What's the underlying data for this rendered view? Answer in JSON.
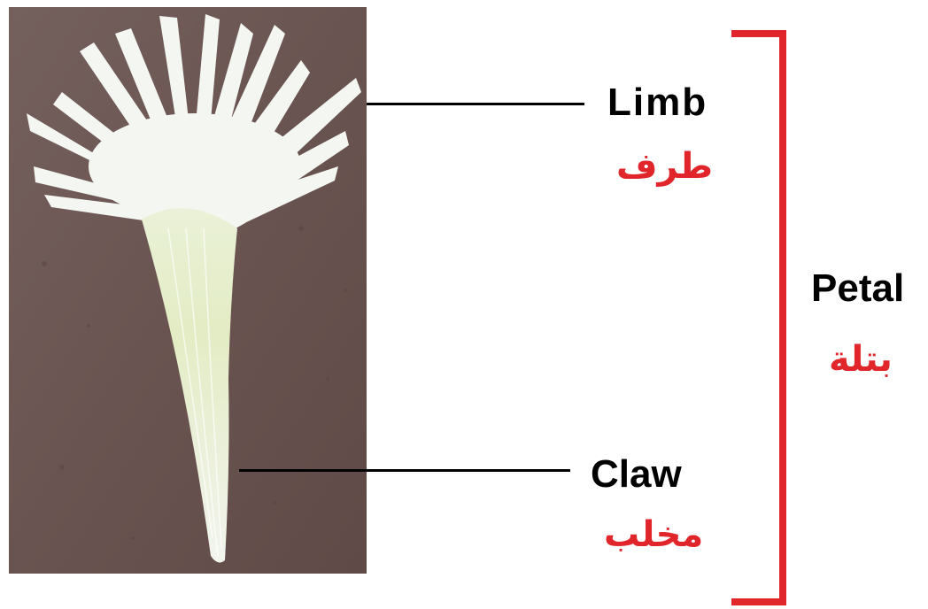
{
  "labels": {
    "limb": {
      "en": "Limb",
      "ar": "طرف"
    },
    "claw": {
      "en": "Claw",
      "ar": "مخلب"
    },
    "petal": {
      "en": "Petal",
      "ar": "بتلة"
    }
  },
  "colors": {
    "arabic_text": "#e0262b",
    "bracket": "#e0262b",
    "leader_lines": "#000000",
    "english_text": "#000000",
    "photo_background": "#6b5552",
    "petal": "#f3f6f0"
  },
  "icons": {
    "photo": "white-petal-photo"
  }
}
